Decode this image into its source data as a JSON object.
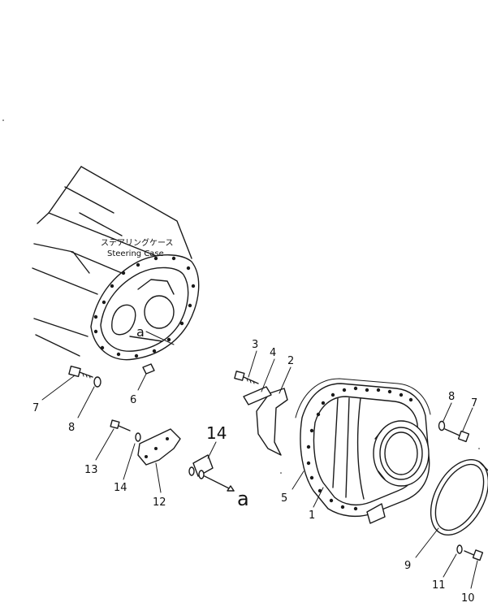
{
  "steering_case_label": {
    "jp": "ステアリングケース",
    "en": "Steering Case"
  },
  "reference_marks": {
    "inner": "a",
    "outer": "a"
  },
  "callouts": {
    "p1": "1",
    "p2": "2",
    "p3": "3",
    "p4": "4",
    "p5": "5",
    "p6": "6",
    "p7_left": "7",
    "p7_right": "7",
    "p8_left": "8",
    "p8_right": "8",
    "p9": "9",
    "p10": "10",
    "p11": "11",
    "p12": "12",
    "p13": "13",
    "p14_small": "14",
    "p14_large": "14"
  }
}
